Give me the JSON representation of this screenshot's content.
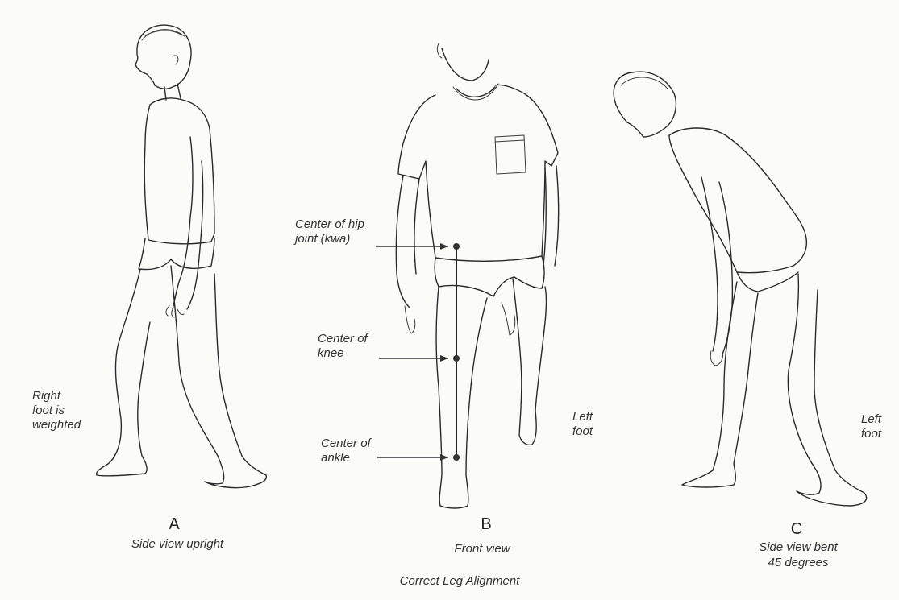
{
  "figure_title": "Correct Leg Alignment",
  "panels": [
    {
      "letter": "A",
      "caption": "Side view upright"
    },
    {
      "letter": "B",
      "caption": "Front view"
    },
    {
      "letter": "C",
      "caption": "Side view bent\n45 degrees"
    }
  ],
  "annotations": {
    "right_foot": "Right\nfoot is\nweighted",
    "hip": "Center of hip\njoint (kwa)",
    "knee": "Center of\nknee",
    "ankle": "Center of\nankle",
    "left_foot_b": "Left\nfoot",
    "left_foot_c": "Left\nfoot"
  },
  "colors": {
    "ink": "#2b2b2b",
    "paper": "#fbfbf8"
  }
}
